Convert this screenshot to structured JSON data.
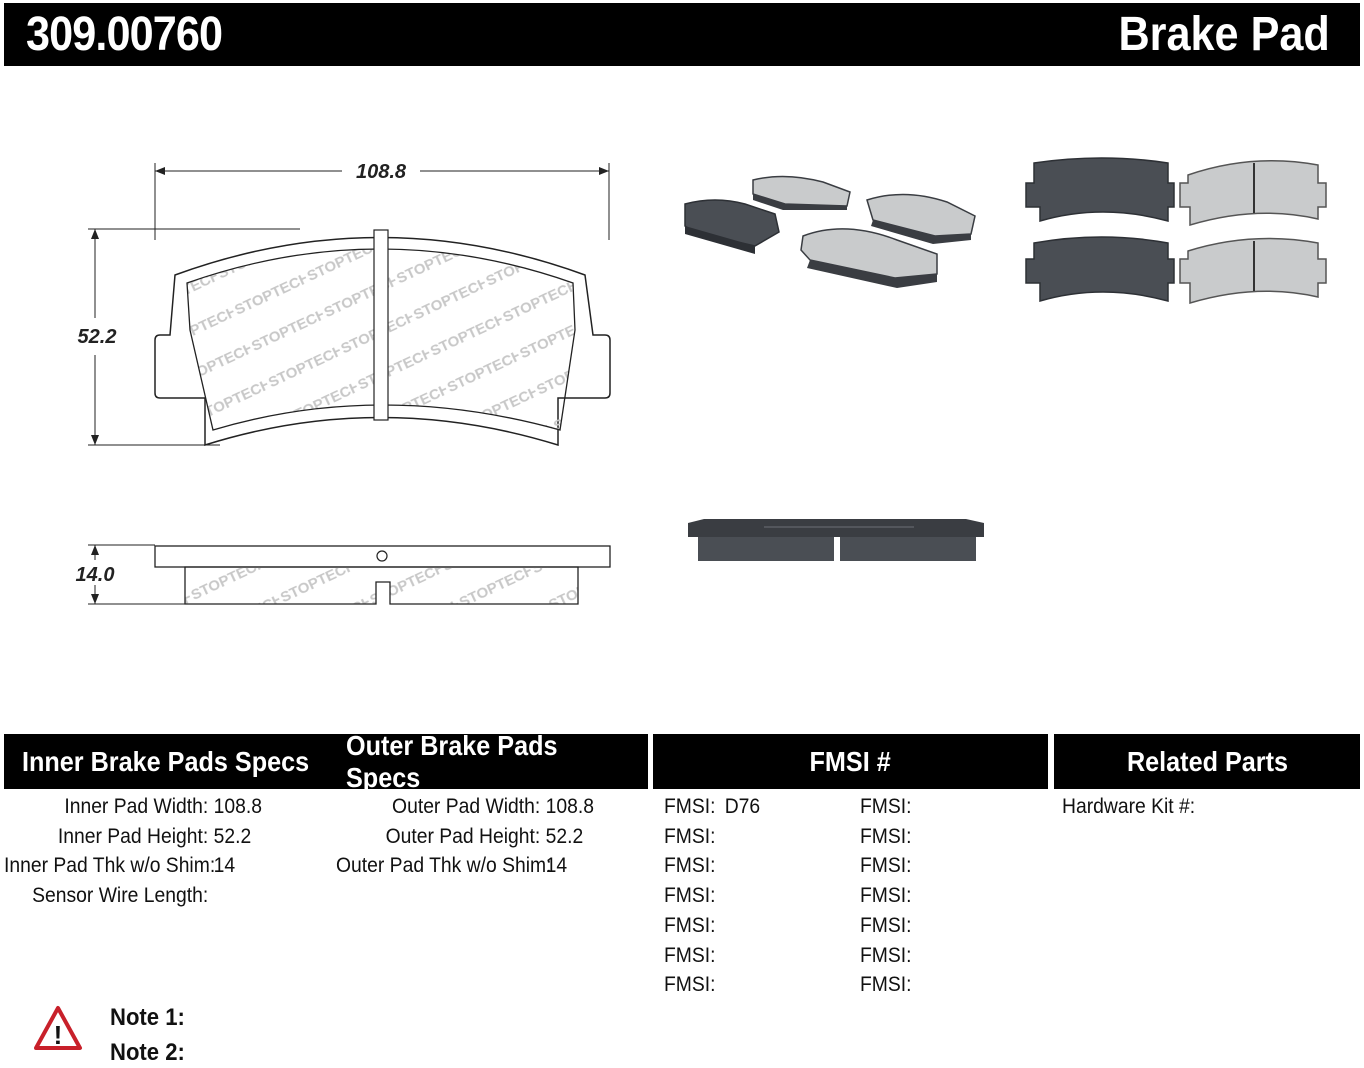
{
  "header": {
    "part_number": "309.00760",
    "product_type": "Brake Pad"
  },
  "drawing": {
    "width_dim": "108.8",
    "height_dim": "52.2",
    "thickness_dim": "14.0",
    "watermark": "STOPTECH"
  },
  "sections": {
    "inner_title": "Inner Brake Pads Specs",
    "outer_title": "Outer Brake Pads Specs",
    "fmsi_title": "FMSI #",
    "related_title": "Related Parts"
  },
  "inner_specs": [
    {
      "label": "Inner Pad Width:",
      "value": "108.8"
    },
    {
      "label": "Inner Pad Height:",
      "value": "52.2"
    },
    {
      "label": "Inner Pad Thk w/o Shim:",
      "value": "14"
    },
    {
      "label": "Sensor Wire Length:",
      "value": ""
    }
  ],
  "outer_specs": [
    {
      "label": "Outer Pad Width:",
      "value": "108.8"
    },
    {
      "label": "Outer Pad Height:",
      "value": "52.2"
    },
    {
      "label": "Outer Pad Thk w/o Shim:",
      "value": "14"
    }
  ],
  "fmsi_left": [
    {
      "label": "FMSI:",
      "value": "D76"
    },
    {
      "label": "FMSI:",
      "value": ""
    },
    {
      "label": "FMSI:",
      "value": ""
    },
    {
      "label": "FMSI:",
      "value": ""
    },
    {
      "label": "FMSI:",
      "value": ""
    },
    {
      "label": "FMSI:",
      "value": ""
    },
    {
      "label": "FMSI:",
      "value": ""
    }
  ],
  "fmsi_right": [
    {
      "label": "FMSI:",
      "value": ""
    },
    {
      "label": "FMSI:",
      "value": ""
    },
    {
      "label": "FMSI:",
      "value": ""
    },
    {
      "label": "FMSI:",
      "value": ""
    },
    {
      "label": "FMSI:",
      "value": ""
    },
    {
      "label": "FMSI:",
      "value": ""
    },
    {
      "label": "FMSI:",
      "value": ""
    }
  ],
  "related": {
    "hardware_kit": "Hardware Kit #:"
  },
  "notes": {
    "note1": "Note 1:",
    "note2": "Note 2:",
    "warning_glyph": "!"
  },
  "colors": {
    "pad_light": "#c9cbcc",
    "pad_dark": "#4a4e54",
    "header_bg": "#000000"
  }
}
